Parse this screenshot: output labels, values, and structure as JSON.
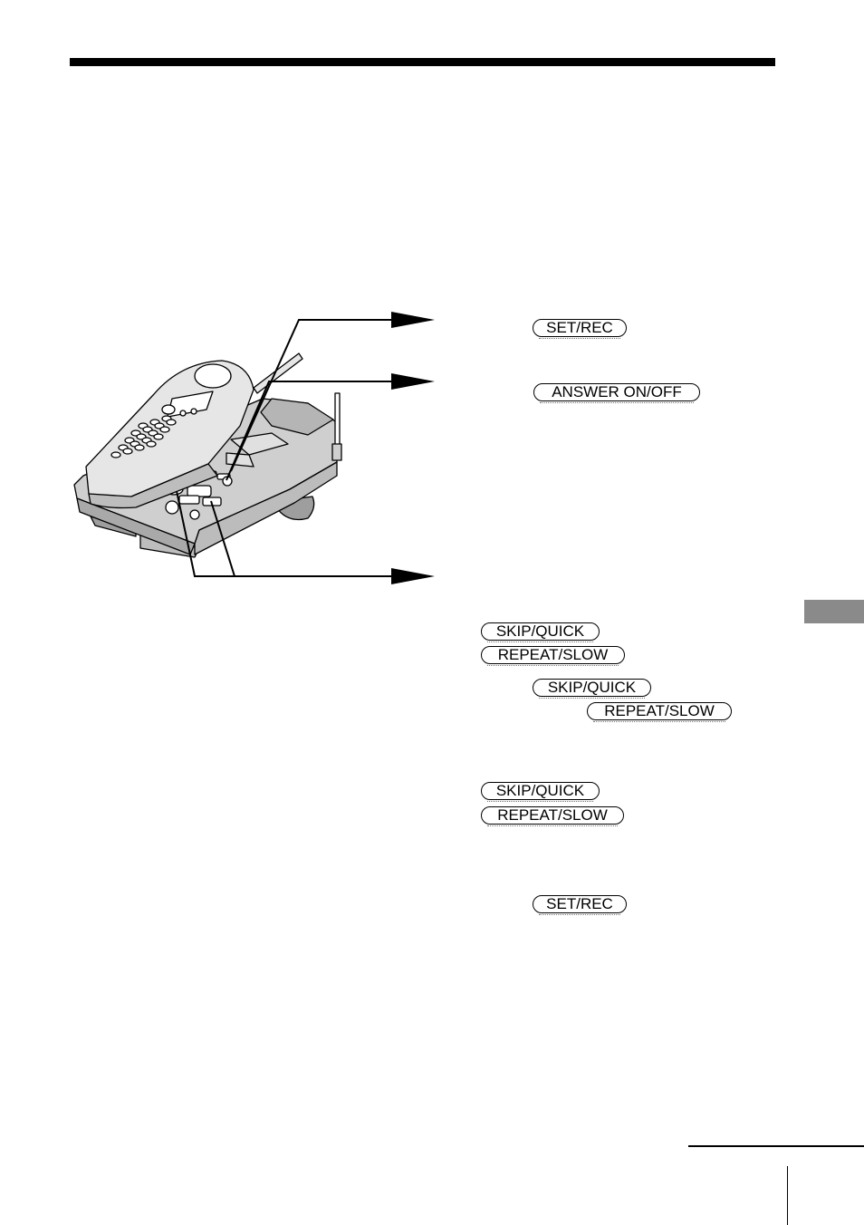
{
  "keys": {
    "set_rec_1": "SET/REC",
    "answer_on_off": "ANSWER ON/OFF",
    "skip_quick_1": "SKIP/QUICK",
    "repeat_slow_1": "REPEAT/SLOW",
    "skip_quick_2": "SKIP/QUICK",
    "repeat_slow_2": "REPEAT/SLOW",
    "skip_quick_3": "SKIP/QUICK",
    "repeat_slow_3": "REPEAT/SLOW",
    "set_rec_2": "SET/REC"
  },
  "icons": {
    "illustration": "cordless-phone-base-illustration",
    "pointer": "arrow-pointer-icon"
  },
  "colors": {
    "ink": "#000000",
    "tab": "#8a8a8a"
  }
}
